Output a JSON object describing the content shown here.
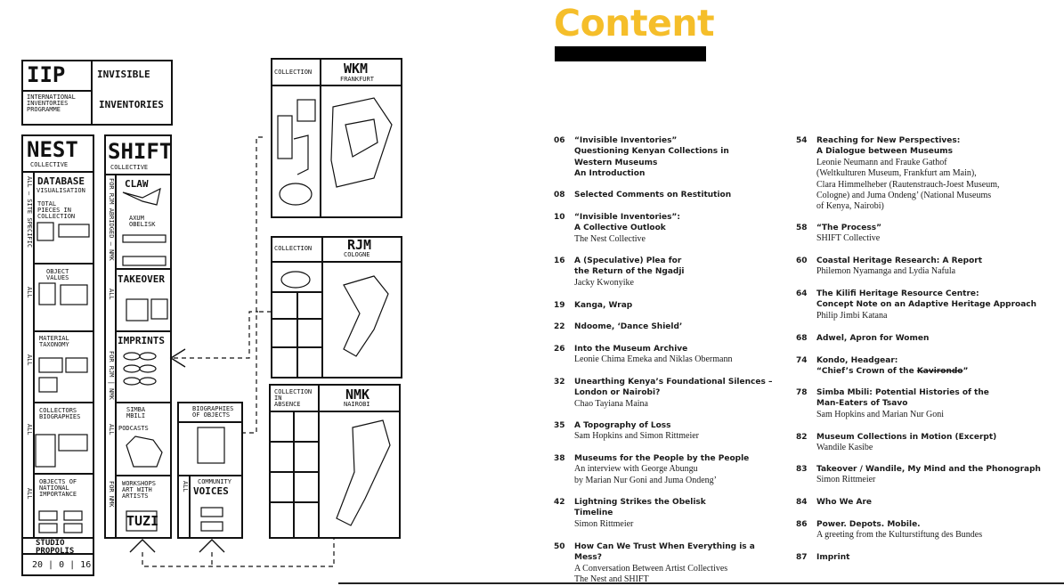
{
  "page_title": "Content",
  "diagram": {
    "iip": "IIP",
    "iip_full": "INTERNATIONAL\nINVENTORIES\nPROGRAMME",
    "invisible": "INVISIBLE",
    "inventories": "INVENTORIES",
    "nest": "NEST",
    "nest_sub": "COLLECTIVE",
    "shift": "SHIFT",
    "shift_sub": "COLLECTIVE",
    "database": "DATABASE",
    "visualisation": "VISUALISATION",
    "total_pieces": "TOTAL\nPIECES IN\nCOLLECTION",
    "all_site": "ALL — SITE SPECIFIC",
    "object_values": "OBJECT\nVALUES",
    "material_taxonomy": "MATERIAL\nTAXONOMY",
    "collectors": "COLLECTORS\nBIOGRAPHIES",
    "objects_national": "OBJECTS OF\nNATIONAL\nIMPORTANCE",
    "all": "ALL",
    "claw": "CLAW",
    "axum": "AXUM\nOBELISK",
    "for_rjm": "FOR RJM ABRIDGED — NMK",
    "takeover": "TAKEOVER",
    "imprints": "IMPRINTS",
    "for_rjm_nmk": "FOR RJM | NMK",
    "simba": "SIMBA\nMBILI",
    "podcasts": "PODCASTS",
    "biographies": "BIOGRAPHIES\nOF OBJECTS",
    "workshops": "WORKSHOPS\nART WITH\nARTISTS",
    "community": "COMMUNITY",
    "voices": "VOICES",
    "for_nmk": "FOR NMK",
    "tuzi": "TUZI",
    "studio": "STUDIO\nPROPOLIS",
    "year": "20 | 0 | 16",
    "collection": "COLLECTION",
    "collection_absence": "COLLECTION\nIN\nABSENCE",
    "wkm": "WKM",
    "frankfurt": "FRANKFURT",
    "rjm": "RJM",
    "cologne": "COLOGNE",
    "nmk": "NMK",
    "nairobi": "NAIROBI"
  },
  "toc_left": [
    {
      "num": "06",
      "title": "“Invisible Inventories”\nQuestioning Kenyan Collections in\nWestern Museums\nAn Introduction",
      "authors": ""
    },
    {
      "num": "08",
      "title": "Selected Comments on Restitution",
      "authors": ""
    },
    {
      "num": "10",
      "title": "“Invisible Inventories”:\nA Collective Outlook",
      "authors": "The Nest Collective"
    },
    {
      "num": "16",
      "title": "A (Speculative) Plea for\nthe Return of the Ngadji",
      "authors": "Jacky Kwonyike"
    },
    {
      "num": "19",
      "title": "Kanga, Wrap",
      "authors": ""
    },
    {
      "num": "22",
      "title": "Ndoome, ‘Dance Shield’",
      "authors": ""
    },
    {
      "num": "26",
      "title": "Into the Museum Archive",
      "authors": "Leonie Chima Emeka and Niklas Obermann"
    },
    {
      "num": "32",
      "title": "Unearthing Kenya’s Foundational Silences –\nLondon or Nairobi?",
      "authors": "Chao Tayiana Maina"
    },
    {
      "num": "35",
      "title": "A Topography of Loss",
      "authors": "Sam Hopkins and Simon Rittmeier"
    },
    {
      "num": "38",
      "title": "Museums for the People by the People",
      "authors": "An interview with George Abungu\nby Marian Nur Goni and Juma Ondeng’"
    },
    {
      "num": "42",
      "title": "Lightning Strikes the Obelisk\nTimeline",
      "authors": "Simon Rittmeier"
    },
    {
      "num": "50",
      "title": "How Can We Trust  When Everything is a Mess?",
      "authors": "A Conversation Between Artist Collectives\nThe Nest and SHIFT"
    }
  ],
  "toc_right": [
    {
      "num": "54",
      "title": "Reaching for New Perspectives:\nA Dialogue between Museums",
      "authors": "Leonie Neumann and Frauke Gathof\n(Weltkulturen Museum, Frankfurt am Main),\nClara Himmelheber (Rautenstrauch-Joest Museum,\nCologne) and Juma Ondeng’ (National Museums\nof Kenya, Nairobi)"
    },
    {
      "num": "58",
      "title": "“The Process”",
      "authors": "SHIFT Collective"
    },
    {
      "num": "60",
      "title": "Coastal Heritage Research: A Report",
      "authors": "Philemon Nyamanga and Lydia Nafula"
    },
    {
      "num": "64",
      "title": "The Kilifi Heritage Resource Centre:\nConcept Note on an Adaptive Heritage Approach",
      "authors": "Philip Jimbi Katana"
    },
    {
      "num": "68",
      "title": "Adwel, Apron for Women",
      "authors": ""
    },
    {
      "num": "74",
      "title": "Kondo, Headgear:",
      "title2": "“Chief’s Crown of the ",
      "title2_strike": "Kavirondo",
      "title2_end": "”",
      "authors": ""
    },
    {
      "num": "78",
      "title": "Simba Mbili: Potential Histories of the\nMan-Eaters of Tsavo",
      "authors": "Sam Hopkins and Marian Nur Goni"
    },
    {
      "num": "82",
      "title": "Museum Collections in Motion (Excerpt)",
      "authors": "Wandile Kasibe"
    },
    {
      "num": "83",
      "title": "Takeover / Wandile, My Mind and the Phonograph",
      "authors": "Simon Rittmeier"
    },
    {
      "num": "84",
      "title": "Who We Are",
      "authors": ""
    },
    {
      "num": "86",
      "title": "Power. Depots. Mobile.",
      "authors": "A greeting from the Kulturstiftung des Bundes"
    },
    {
      "num": "87",
      "title": "Imprint",
      "authors": ""
    }
  ]
}
